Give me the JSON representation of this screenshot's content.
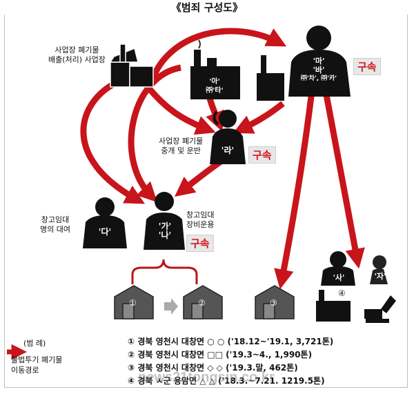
{
  "title": "《범죄 구성도》",
  "labels": {
    "discharger": [
      "사업장 폐기물",
      "배출(처리) 사업장"
    ],
    "broker": [
      "사업장 폐기물",
      "중개 및 운반"
    ],
    "warehouse_lender": [
      "창고임대",
      "명의 대여"
    ],
    "equipment": [
      "창고임대",
      "장비운용"
    ]
  },
  "figures": {
    "ma_ba": [
      "'마'",
      "'바'",
      "㈜'차', ㈜'카'"
    ],
    "a_ta": [
      "'아'",
      "㈜'타'"
    ],
    "ra": "'라'",
    "da": "'다'",
    "ga_na": [
      "'가'",
      "'나'"
    ],
    "sa": "'사'",
    "ja": "'자'"
  },
  "badges": [
    "구속",
    "구속",
    "구속"
  ],
  "site_numbers": [
    "①",
    "②",
    "③",
    "④"
  ],
  "legend": {
    "heading": "(범 례)",
    "item": [
      "불법투기 폐기물",
      "이동경로"
    ]
  },
  "locations": [
    {
      "num": "①",
      "place": "경북 영천시 대창면",
      "mark": "○ ○",
      "period": "('18.12~'19.1, 3,721톤)"
    },
    {
      "num": "②",
      "place": "경북 영천시 대창면",
      "mark": "□□",
      "period": "('19.3~4., 1,990톤)"
    },
    {
      "num": "③",
      "place": "경북 영천시 대창면",
      "mark": "◇ ◇",
      "period": "('19.3.말, 462톤)"
    },
    {
      "num": "④",
      "place": "경북 ㅅ군 용암면",
      "mark": "△ △",
      "period": "('18.3.~7.21. 1219.5톤)"
    }
  ],
  "watermark": "news21tongsin.co.kr",
  "colors": {
    "arrow": "#c8141b",
    "badge_text": "#d4141b",
    "silhouette": "#111111"
  }
}
